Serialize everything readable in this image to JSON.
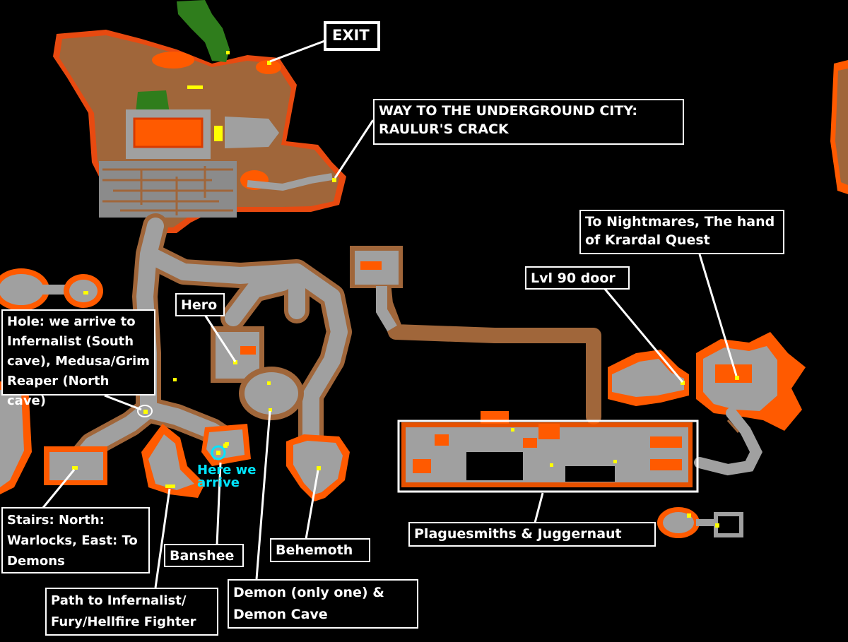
{
  "map": {
    "colors": {
      "background": "#000000",
      "ground": "#a0663a",
      "floor": "#a0a0a0",
      "lava": "#ff5a00",
      "lava_dark": "#d83a00",
      "grass": "#2f7d1c",
      "marker": "#ffff00",
      "label_border": "#ffffff",
      "arrival": "#00e5ff"
    },
    "labels": {
      "exit": "EXIT",
      "underground_city": "WAY TO THE UNDERGROUND CITY:\n RAULUR'S CRACK",
      "nightmares": "To Nightmares, The hand\nof Krardal Quest",
      "lvl90_door": "Lvl 90 door",
      "hero": "Hero",
      "hole": "Hole: we arrive to\nInfernalist (South\ncave), Medusa/Grim\nReaper (North cave)",
      "plaguesmiths": "Plaguesmiths & Juggernaut",
      "stairs": "Stairs: North:\nWarlocks, East: To\nDemons",
      "banshee": "Banshee",
      "behemoth": "Behemoth",
      "path_infernalist": "Path to Infernalist/\nFury/Hellfire Fighter",
      "demon": "Demon (only one) &\nDemon Cave",
      "here_we_arrive": "Here we\n   arrive"
    }
  }
}
